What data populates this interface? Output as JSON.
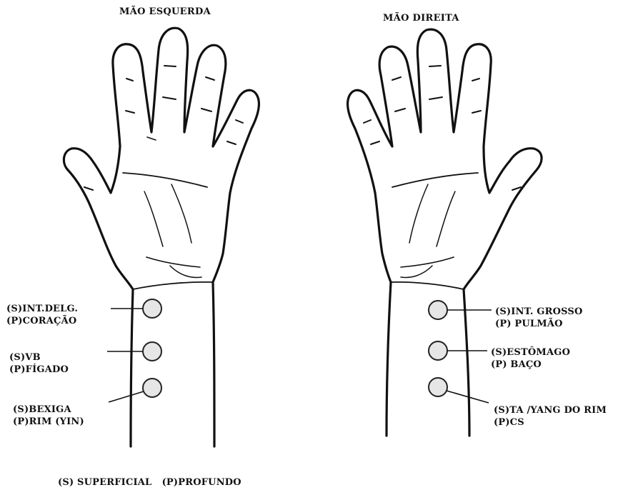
{
  "left_hand": {
    "title": "MÃO ESQUERDA",
    "points": [
      {
        "line1": "(S)INT.DELG.",
        "line2": "(P)CORAÇÃO"
      },
      {
        "line1": "(S)VB",
        "line2": "(P)FÍGADO"
      },
      {
        "line1": "(S)BEXIGA",
        "line2": "(P)RIM (YIN)"
      }
    ]
  },
  "right_hand": {
    "title": "MÃO DIREITA",
    "points": [
      {
        "line1": "(S)INT. GROSSO",
        "line2": "(P) PULMÃO"
      },
      {
        "line1": "(S)ESTÔMAGO",
        "line2": "(P) BAÇO"
      },
      {
        "line1": "(S)TA /YANG DO RIM",
        "line2": "(P)CS"
      }
    ]
  },
  "legend": "(S) SUPERFICIAL   (P)PROFUNDO",
  "colors": {
    "ink": "#111111",
    "point_fill": "#e6e6e6"
  }
}
